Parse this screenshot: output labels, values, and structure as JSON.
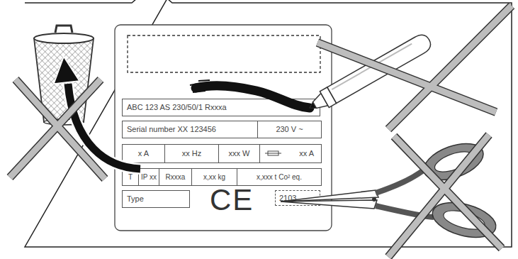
{
  "diagram": {
    "nodes": [
      {
        "text": [
          "ABC 123 AS 230/50/1 Rxxxa"
        ]
      },
      {
        "text": [
          "Serial number XX 123456"
        ]
      },
      {
        "text": [
          "230 V ~"
        ]
      },
      {
        "text": [
          "x A"
        ]
      },
      {
        "text": [
          "xx Hz"
        ]
      },
      {
        "text": [
          "xxx W"
        ]
      },
      {
        "text": [
          "xx A"
        ]
      },
      {
        "text": [
          "T"
        ]
      },
      {
        "text": [
          "IP xx"
        ]
      },
      {
        "text": [
          "Rxxxa"
        ]
      },
      {
        "text": [
          "x,xx kg"
        ]
      },
      {
        "text": [
          "x,xxx t Co² eq."
        ]
      },
      {
        "text": [
          "Type"
        ]
      },
      {
        "text": [
          "2103"
        ]
      }
    ],
    "labels": [
      "CE"
    ]
  }
}
